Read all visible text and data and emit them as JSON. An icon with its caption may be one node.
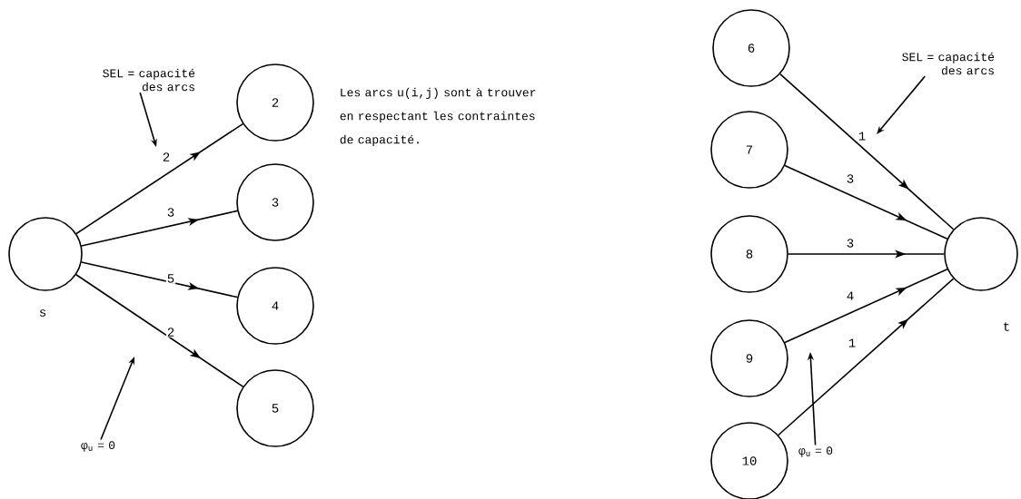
{
  "diagram": {
    "nodes": [
      {
        "text": [],
        "shape": "circle",
        "beside": [
          "s"
        ]
      },
      {
        "text": [
          "2"
        ]
      },
      {
        "text": [
          "3"
        ]
      },
      {
        "text": [
          "4"
        ]
      },
      {
        "text": [
          "5"
        ]
      },
      {
        "text": [
          "6"
        ]
      },
      {
        "text": [
          "7"
        ]
      },
      {
        "text": [
          "8"
        ]
      },
      {
        "text": [
          "9"
        ]
      },
      {
        "text": [
          "10"
        ]
      },
      {
        "text": [],
        "shape": "circle",
        "beside": [
          "t"
        ]
      },
      {
        "text": [
          "SEL = capacité des arcs"
        ]
      },
      {
        "text": [
          "φ$_{u}$ = 0"
        ]
      },
      {
        "text": [
          "SEL = capacité des arcs"
        ]
      },
      {
        "text": [
          "φ$_{u}$ = 0"
        ]
      }
    ],
    "edges": [
      {
        "from": 0,
        "to": 1,
        "arrow": "to",
        "label": "2"
      },
      {
        "from": 0,
        "to": 2,
        "arrow": "to",
        "label": "3"
      },
      {
        "from": 0,
        "to": 3,
        "arrow": "to",
        "label": "5"
      },
      {
        "from": 0,
        "to": 4,
        "arrow": "to",
        "label": "2"
      },
      {
        "from": 5,
        "to": 10,
        "arrow": "to",
        "label": "1"
      },
      {
        "from": 6,
        "to": 10,
        "arrow": "to",
        "label": "3"
      },
      {
        "from": 7,
        "to": 10,
        "arrow": "to",
        "label": "3"
      },
      {
        "from": 8,
        "to": 10,
        "arrow": "to",
        "label": "4"
      },
      {
        "from": 9,
        "to": 10,
        "arrow": "to",
        "label": "1"
      },
      {
        "from": 11,
        "to": null,
        "arrow": "to"
      },
      {
        "from": 12,
        "to": null,
        "arrow": "to"
      },
      {
        "from": 13,
        "to": null,
        "arrow": "to"
      },
      {
        "from": 14,
        "to": null,
        "arrow": "to"
      }
    ],
    "labels": [
      "Les arcs u(i,j) sont à trouver en respectant les contraintes de capacité."
    ]
  }
}
